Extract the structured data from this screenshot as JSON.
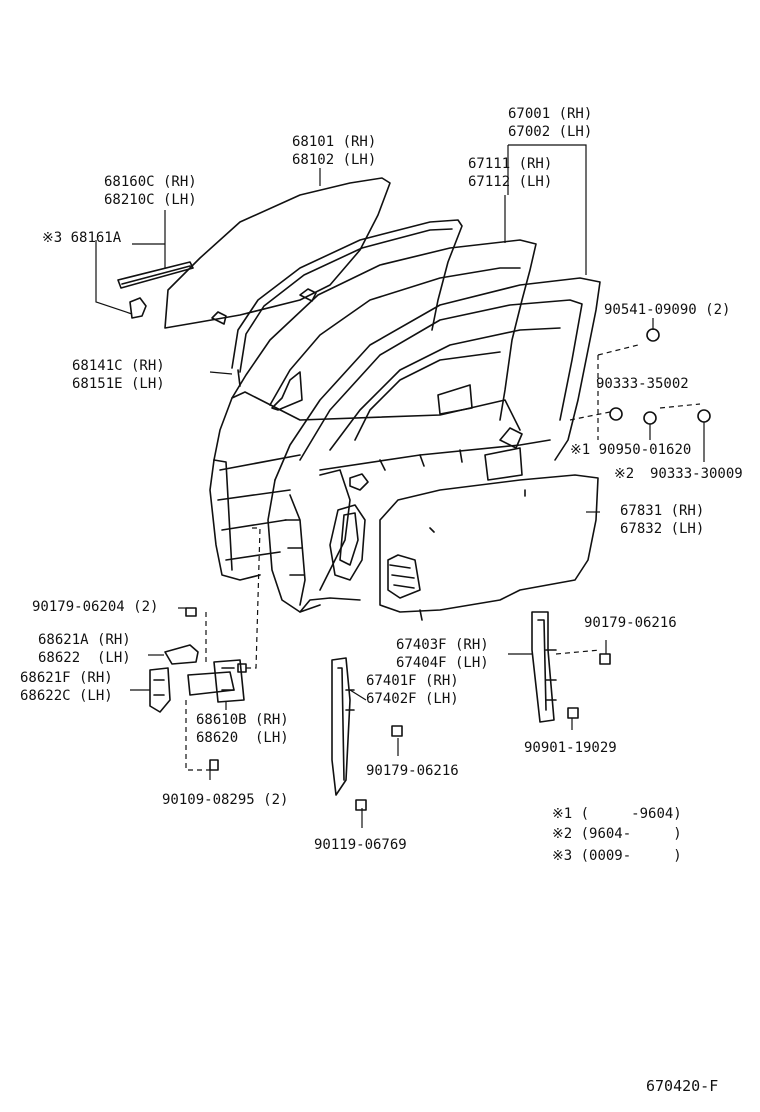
{
  "labels": {
    "door_panel_rh": "67001 (RH)",
    "door_panel_lh": "67002 (LH)",
    "door_outer_rh": "67111 (RH)",
    "door_outer_lh": "67112 (LH)",
    "glass_rh": "68101 (RH)",
    "glass_lh": "68102 (LH)",
    "belt_moulding_rh": "68160C (RH)",
    "belt_moulding_lh": "68210C (LH)",
    "clip_note": "※3 68161A",
    "run_channel_rh": "68141C (RH)",
    "run_channel_lh": "68151E (LH)",
    "screw_a": "90541-09090 (2)",
    "plug_a": "90333-35002",
    "clip_b": "※1 90950-01620",
    "plug_b_note": "※2",
    "plug_b": "90333-30009",
    "trim_rh": "67831 (RH)",
    "trim_lh": "67832 (LH)",
    "bolt_a": "90179-06204 (2)",
    "check_rh": "68621A (RH)",
    "check_lh": "68622  (LH)",
    "check_f_rh": "68621F (RH)",
    "check_f_lh": "68622C (LH)",
    "hinge_rh": "68610B (RH)",
    "hinge_lh": "68620  (LH)",
    "bolt_b": "90109-08295 (2)",
    "channel_rear_rh": "67403F (RH)",
    "channel_rear_lh": "67404F (LH)",
    "bolt_c": "90179-06216",
    "channel_front_rh": "67401F (RH)",
    "channel_front_lh": "67402F (LH)",
    "bolt_d": "90179-06216",
    "bolt_e": "90901-19029",
    "bolt_f": "90119-06769",
    "note1": "※1 (     -9604)",
    "note2": "※2 (9604-     )",
    "note3": "※3 (0009-     )",
    "figure_id": "670420-F"
  }
}
